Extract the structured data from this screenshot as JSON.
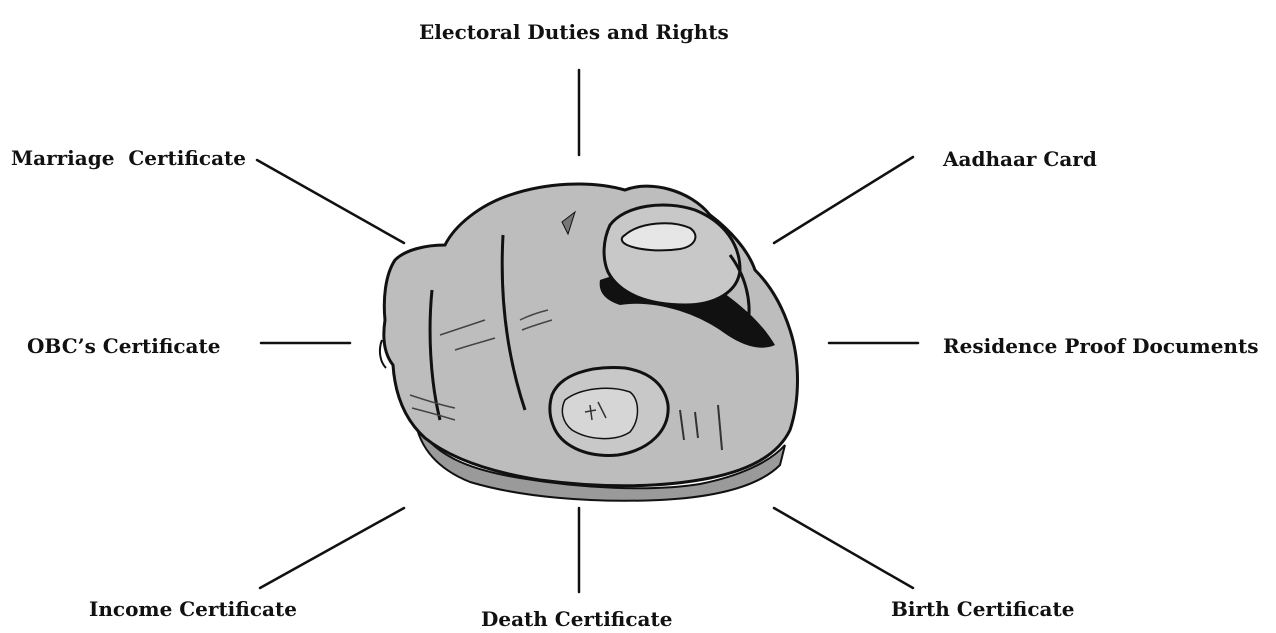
{
  "labels": {
    "electoral": "Electoral Duties and Rights",
    "marriage": "Marriage  Certificate",
    "aadhaar": "Aadhaar Card",
    "obc": "OBC’s Certificate",
    "residence": "Residence Proof Documents",
    "income": "Income Certificate",
    "death": "Death Certificate",
    "birth": "Birth Certificate"
  },
  "center_image": "pointing-hand-icon",
  "colors": {
    "text": "#111111",
    "line": "#111111",
    "hand_fill": "#bdbdbd",
    "hand_shadow": "#9a9a9a",
    "hand_outline": "#111111"
  }
}
